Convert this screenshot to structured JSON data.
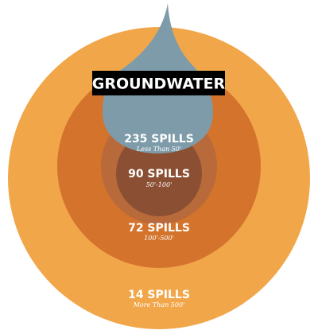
{
  "title": "GROUNDWATER",
  "colors": {
    "outer_ring": "#F1A649",
    "middle_ring": "#D4732C",
    "inner_ring": "#B86A3A",
    "core": "#8B4F33",
    "drop": "#7E9BAA",
    "title_bg": "#000000",
    "text": "#FFFFFF"
  },
  "rings": [
    {
      "spills": "235 SPILLS",
      "depth": "Less Than 50'"
    },
    {
      "spills": "90 SPILLS",
      "depth": "50'-100'"
    },
    {
      "spills": "72 SPILLS",
      "depth": "100'-500'"
    },
    {
      "spills": "14 SPILLS",
      "depth": "More Than 500'"
    }
  ]
}
